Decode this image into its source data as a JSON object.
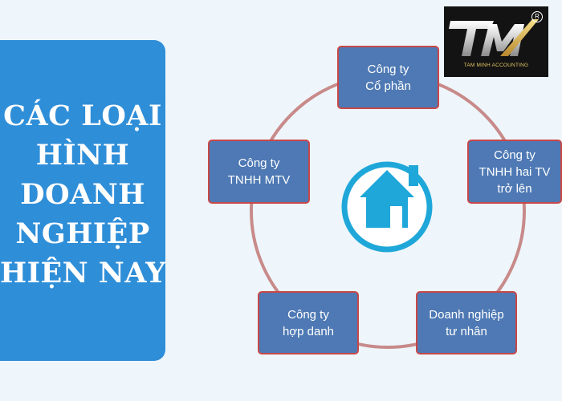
{
  "title": {
    "lines": [
      "CÁC LOẠI",
      "HÌNH",
      "DOANH",
      "NGHIỆP",
      "HIỆN NAY"
    ]
  },
  "logo": {
    "monogram": "TM",
    "caption": "TAM MINH ACCOUNTING",
    "registered": "R"
  },
  "center_icon": "house-icon",
  "colors": {
    "panel": "#2f8ed8",
    "node_fill": "#4e79b4",
    "node_border": "#c84848",
    "ring": "#c88a8a",
    "house": "#1ea7d8"
  },
  "nodes": [
    {
      "lines": [
        "Công ty",
        "Cổ phần"
      ]
    },
    {
      "lines": [
        "Công ty",
        "TNHH hai TV",
        "trở lên"
      ]
    },
    {
      "lines": [
        "Công ty",
        "TNHH MTV"
      ]
    },
    {
      "lines": [
        "Công ty",
        "hợp danh"
      ]
    },
    {
      "lines": [
        "Doanh nghiệp",
        "tư nhân"
      ]
    }
  ]
}
